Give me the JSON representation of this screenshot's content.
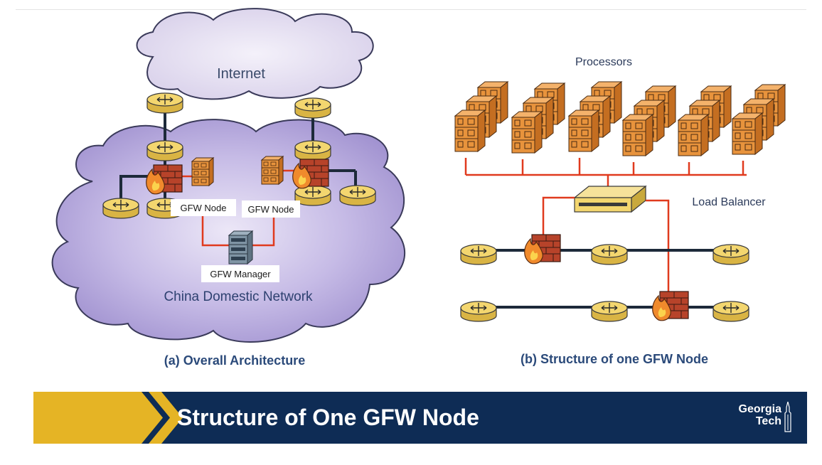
{
  "slide": {
    "title": "Structure of One GFW Node",
    "logo_text_line1": "Georgia",
    "logo_text_line2": "Tech"
  },
  "diagram_a": {
    "caption": "(a) Overall Architecture",
    "internet_label": "Internet",
    "domestic_label": "China Domestic Network",
    "gfw_node_left": "GFW Node",
    "gfw_node_right": "GFW Node",
    "gfw_manager": "GFW Manager"
  },
  "diagram_b": {
    "caption": "(b) Structure of one GFW Node",
    "processors_label": "Processors",
    "load_balancer_label": "Load Balancer"
  },
  "colors": {
    "navy": "#0e2c55",
    "gold": "#e5b425",
    "caption": "#2b4a7a",
    "cloud_purple": "#b4a6d9",
    "server_orange": "#e8933c",
    "router_yellow": "#f3d66f",
    "link_red": "#e03a1e",
    "link_dark": "#1d2a3a"
  }
}
